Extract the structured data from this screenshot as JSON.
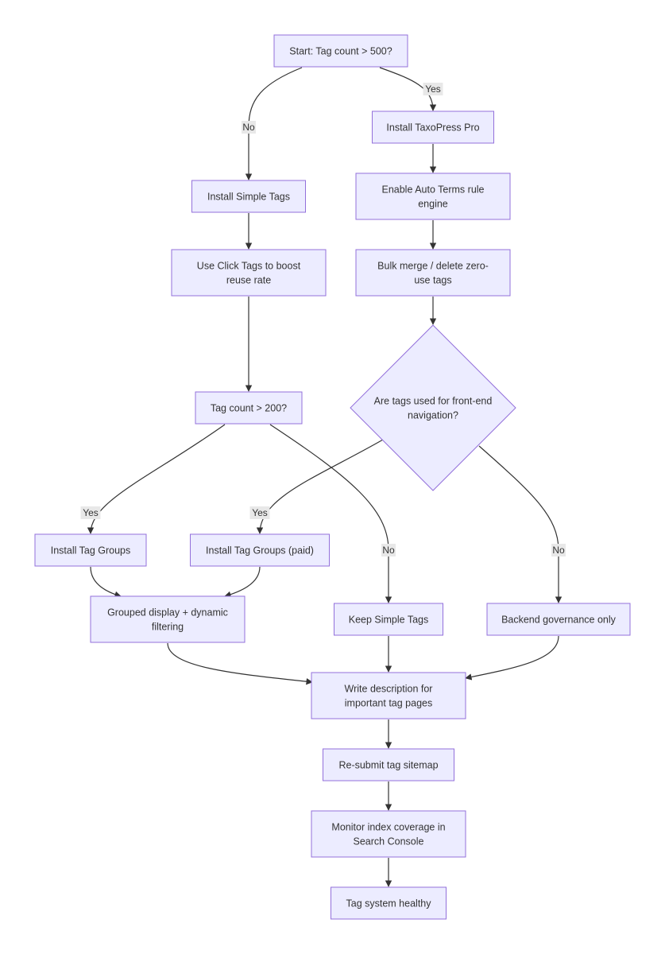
{
  "diagram": {
    "nodes": [
      {
        "id": "start",
        "lines": [
          "Start: Tag count > 500?"
        ]
      },
      {
        "id": "taxopress",
        "lines": [
          "Install TaxoPress Pro"
        ]
      },
      {
        "id": "simple",
        "lines": [
          "Install Simple Tags"
        ]
      },
      {
        "id": "autoterms",
        "lines": [
          "Enable Auto Terms rule",
          "engine"
        ]
      },
      {
        "id": "clicktags",
        "lines": [
          "Use Click Tags to boost",
          "reuse rate"
        ]
      },
      {
        "id": "bulk",
        "lines": [
          "Bulk merge / delete zero-",
          "use tags"
        ]
      },
      {
        "id": "navq",
        "lines": [
          "Are tags used for front-end",
          "navigation?"
        ]
      },
      {
        "id": "count200",
        "lines": [
          "Tag count > 200?"
        ]
      },
      {
        "id": "taggroups",
        "lines": [
          "Install Tag Groups"
        ]
      },
      {
        "id": "taggroupspaid",
        "lines": [
          "Install Tag Groups (paid)"
        ]
      },
      {
        "id": "grouped",
        "lines": [
          "Grouped display + dynamic",
          "filtering"
        ]
      },
      {
        "id": "keepsimple",
        "lines": [
          "Keep Simple Tags"
        ]
      },
      {
        "id": "backend",
        "lines": [
          "Backend governance only"
        ]
      },
      {
        "id": "writedesc",
        "lines": [
          "Write description for",
          "important tag pages"
        ]
      },
      {
        "id": "resubmit",
        "lines": [
          "Re-submit tag sitemap"
        ]
      },
      {
        "id": "monitor",
        "lines": [
          "Monitor index coverage in",
          "Search Console"
        ]
      },
      {
        "id": "healthy",
        "lines": [
          "Tag system healthy"
        ]
      }
    ],
    "edges": [
      {
        "from": "start",
        "to": "simple",
        "label": "No"
      },
      {
        "from": "start",
        "to": "taxopress",
        "label": "Yes"
      },
      {
        "from": "taxopress",
        "to": "autoterms",
        "label": ""
      },
      {
        "from": "autoterms",
        "to": "bulk",
        "label": ""
      },
      {
        "from": "bulk",
        "to": "navq",
        "label": ""
      },
      {
        "from": "simple",
        "to": "clicktags",
        "label": ""
      },
      {
        "from": "clicktags",
        "to": "count200",
        "label": ""
      },
      {
        "from": "count200",
        "to": "taggroups",
        "label": "Yes"
      },
      {
        "from": "count200",
        "to": "keepsimple",
        "label": "No"
      },
      {
        "from": "navq",
        "to": "taggroupspaid",
        "label": "Yes"
      },
      {
        "from": "navq",
        "to": "backend",
        "label": "No"
      },
      {
        "from": "taggroups",
        "to": "grouped",
        "label": ""
      },
      {
        "from": "taggroupspaid",
        "to": "grouped",
        "label": ""
      },
      {
        "from": "grouped",
        "to": "writedesc",
        "label": ""
      },
      {
        "from": "keepsimple",
        "to": "writedesc",
        "label": ""
      },
      {
        "from": "backend",
        "to": "writedesc",
        "label": ""
      },
      {
        "from": "writedesc",
        "to": "resubmit",
        "label": ""
      },
      {
        "from": "resubmit",
        "to": "monitor",
        "label": ""
      },
      {
        "from": "monitor",
        "to": "healthy",
        "label": ""
      }
    ]
  },
  "colors": {
    "node_fill": "#ececff",
    "node_stroke": "#9370db",
    "edge": "#333333",
    "label_bg": "#e8e8e8",
    "text": "#333333"
  }
}
